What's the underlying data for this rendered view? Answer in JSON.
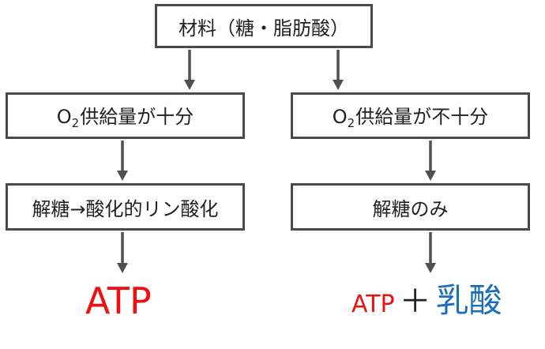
{
  "boxes": {
    "material": "材料（糖・脂肪酸）",
    "o2_ok": {
      "prefix": "O",
      "sub": "2",
      "text": "供給量が十分"
    },
    "o2_ng": {
      "prefix": "O",
      "sub": "2",
      "text": "供給量が不十分"
    },
    "glyco_ox": "解糖→酸化的リン酸化",
    "glyco": "解糖のみ"
  },
  "results": {
    "left_atp": "ATP",
    "right_atp": "ATP",
    "plus": "＋",
    "lactate": "乳酸"
  },
  "colors": {
    "box_border": "#4a4a4a",
    "arrow": "#505050",
    "atp": "#ee1111",
    "lactate": "#1a6fba",
    "text": "#222222"
  }
}
